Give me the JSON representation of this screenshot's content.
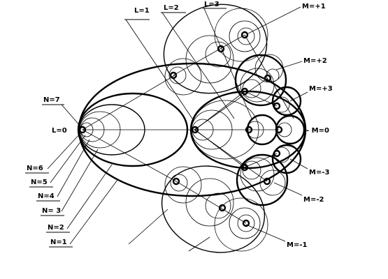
{
  "labels": {
    "L1": "L=1",
    "L2": "L=2",
    "L3": "L=3",
    "L0": "L=0",
    "N7": "N=7",
    "N6": "N=6",
    "N5": "N=5",
    "N4": "N=4",
    "N3": "N= 3",
    "N2": "N=2",
    "N1": "N=1",
    "Mp1": "M=+1",
    "Mp2": "M=+2",
    "Mp3": "M=+3",
    "M0": "- M=0",
    "Mm3": "M=-3",
    "Mm2": "M=-2",
    "Mm1": "M=-1"
  }
}
